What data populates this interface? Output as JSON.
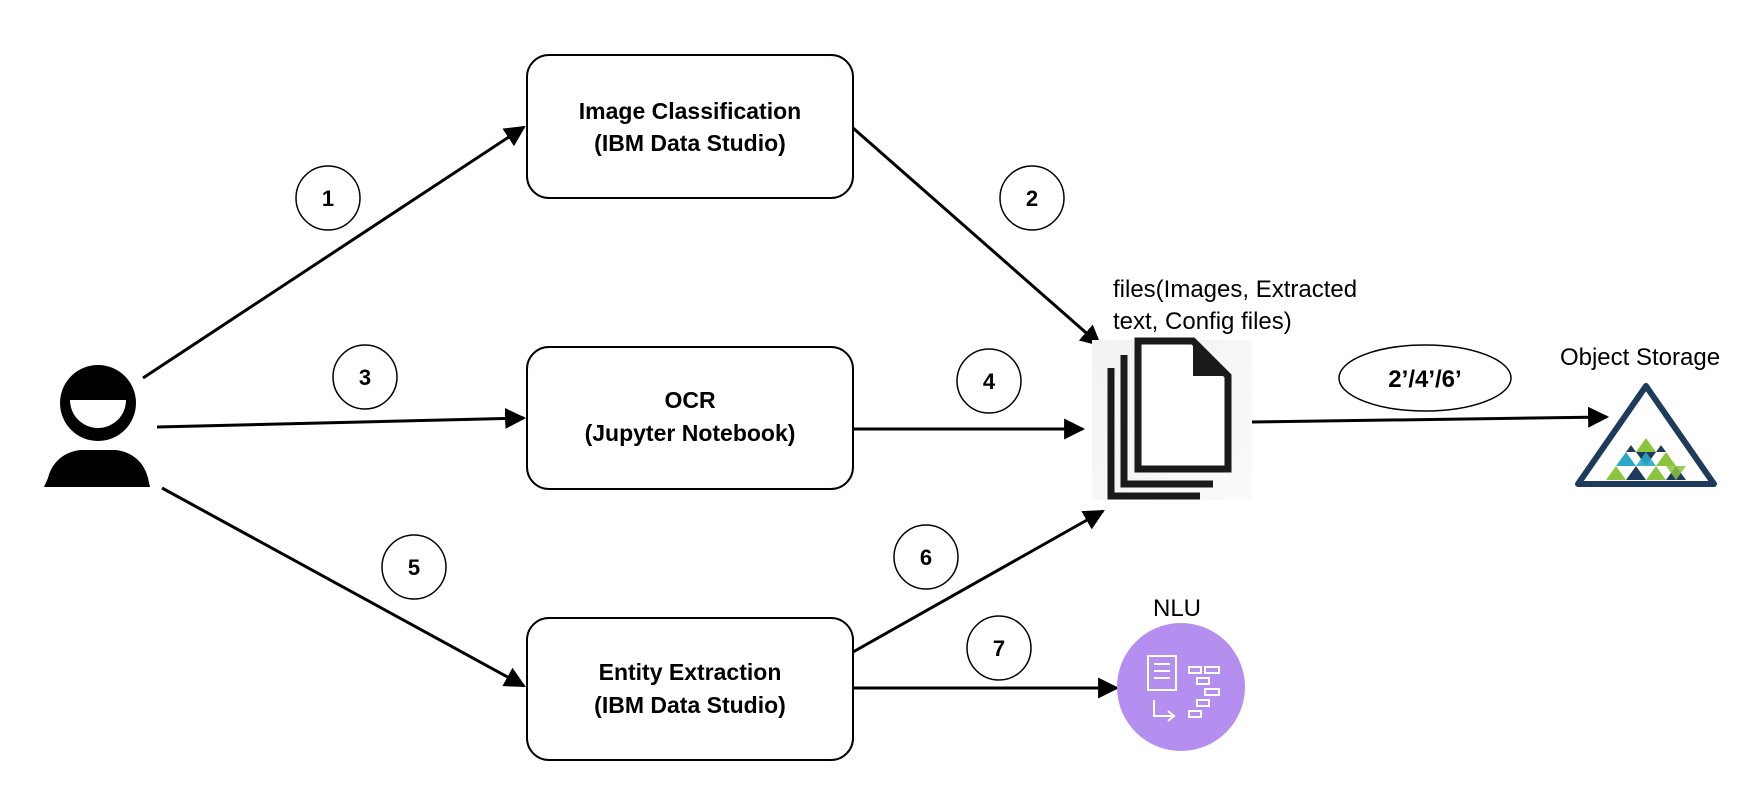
{
  "boxes": {
    "image_classification": {
      "line1": "Image Classification",
      "line2": "(IBM Data Studio)"
    },
    "ocr": {
      "line1": "OCR",
      "line2": "(Jupyter Notebook)"
    },
    "entity_extraction": {
      "line1": "Entity Extraction",
      "line2": "(IBM Data Studio)"
    }
  },
  "steps": [
    "1",
    "2",
    "3",
    "4",
    "5",
    "6",
    "7"
  ],
  "files": {
    "label_line1": "files(Images, Extracted",
    "label_line2": "text, Config files)"
  },
  "outputs_badge": "2’/4’/6’",
  "object_storage": {
    "label": "Object Storage"
  },
  "nlu": {
    "label": "NLU"
  },
  "colors": {
    "nlu_purple": "#b48ff0",
    "storage_navy": "#1f3b5c",
    "storage_teal": "#2ba8c8",
    "storage_green": "#8cc43f"
  }
}
